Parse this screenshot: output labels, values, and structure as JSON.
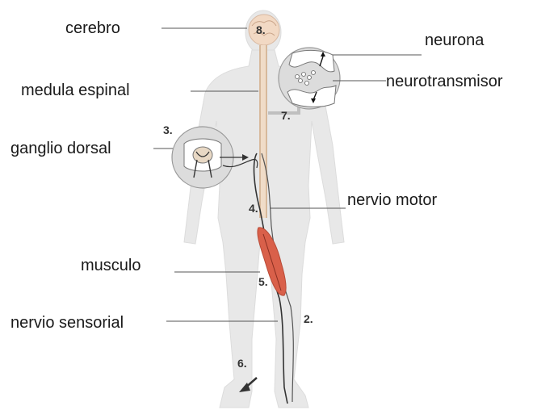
{
  "labels": {
    "cerebro": "cerebro",
    "medula": "medula espinal",
    "ganglio": "ganglio dorsal",
    "musculo": "musculo",
    "nervio_sensorial": "nervio sensorial",
    "neurona": "neurona",
    "neurotransmisor": "neurotransmisor",
    "nervio_motor": "nervio motor"
  },
  "steps": {
    "s2": "2.",
    "s3": "3.",
    "s4": "4.",
    "s5": "5.",
    "s6": "6.",
    "s7": "7.",
    "s8": "8."
  },
  "colors": {
    "body_silhouette": "#e6e6e6",
    "brain": "#f2d9c4",
    "nerve": "#333333",
    "muscle": "#d9604a",
    "leader_line": "#555555",
    "inset_bg": "#d8d8d8"
  },
  "icons": {
    "body": "human-body-silhouette",
    "inset_synapse": "synapse-zoom-icon",
    "inset_ganglion": "dorsal-ganglion-zoom-icon"
  }
}
